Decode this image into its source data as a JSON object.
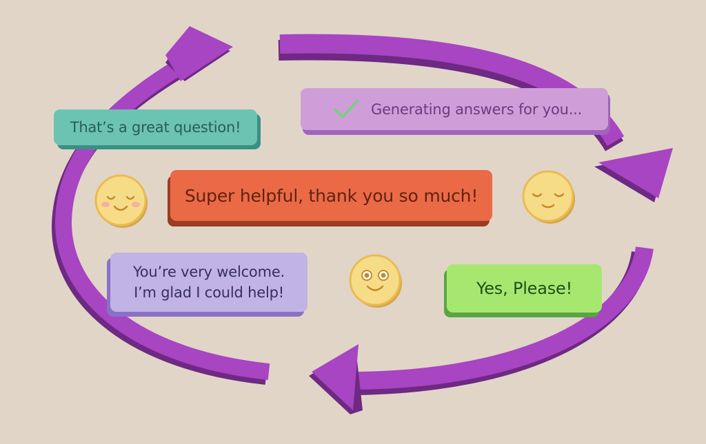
{
  "bubbles": {
    "question": "That’s a great question!",
    "generating": "Generating answers for you...",
    "super_helpful": "Super helpful, thank you so much!",
    "welcome_line1": "You’re very welcome.",
    "welcome_line2": "I’m glad I could help!",
    "yes_please": "Yes, Please!"
  },
  "icons": {
    "check": "check-icon",
    "faces": [
      "blushing-smile-face-icon",
      "content-smile-face-icon",
      "happy-smile-face-icon"
    ],
    "arrows": [
      "curved-arrow-top-left",
      "curved-arrow-top-right",
      "curved-arrow-bottom"
    ]
  },
  "colors": {
    "background": "#e1d5c8",
    "arrow": "#a845c2",
    "arrow_shadow": "#6e2983",
    "question_bubble": "#6cc3b2",
    "generating_bubble": "#cf9ed8",
    "super_bubble": "#ea6a46",
    "welcome_bubble": "#c1b3e4",
    "yes_bubble": "#a6e86f",
    "face": "#f7dc87"
  }
}
